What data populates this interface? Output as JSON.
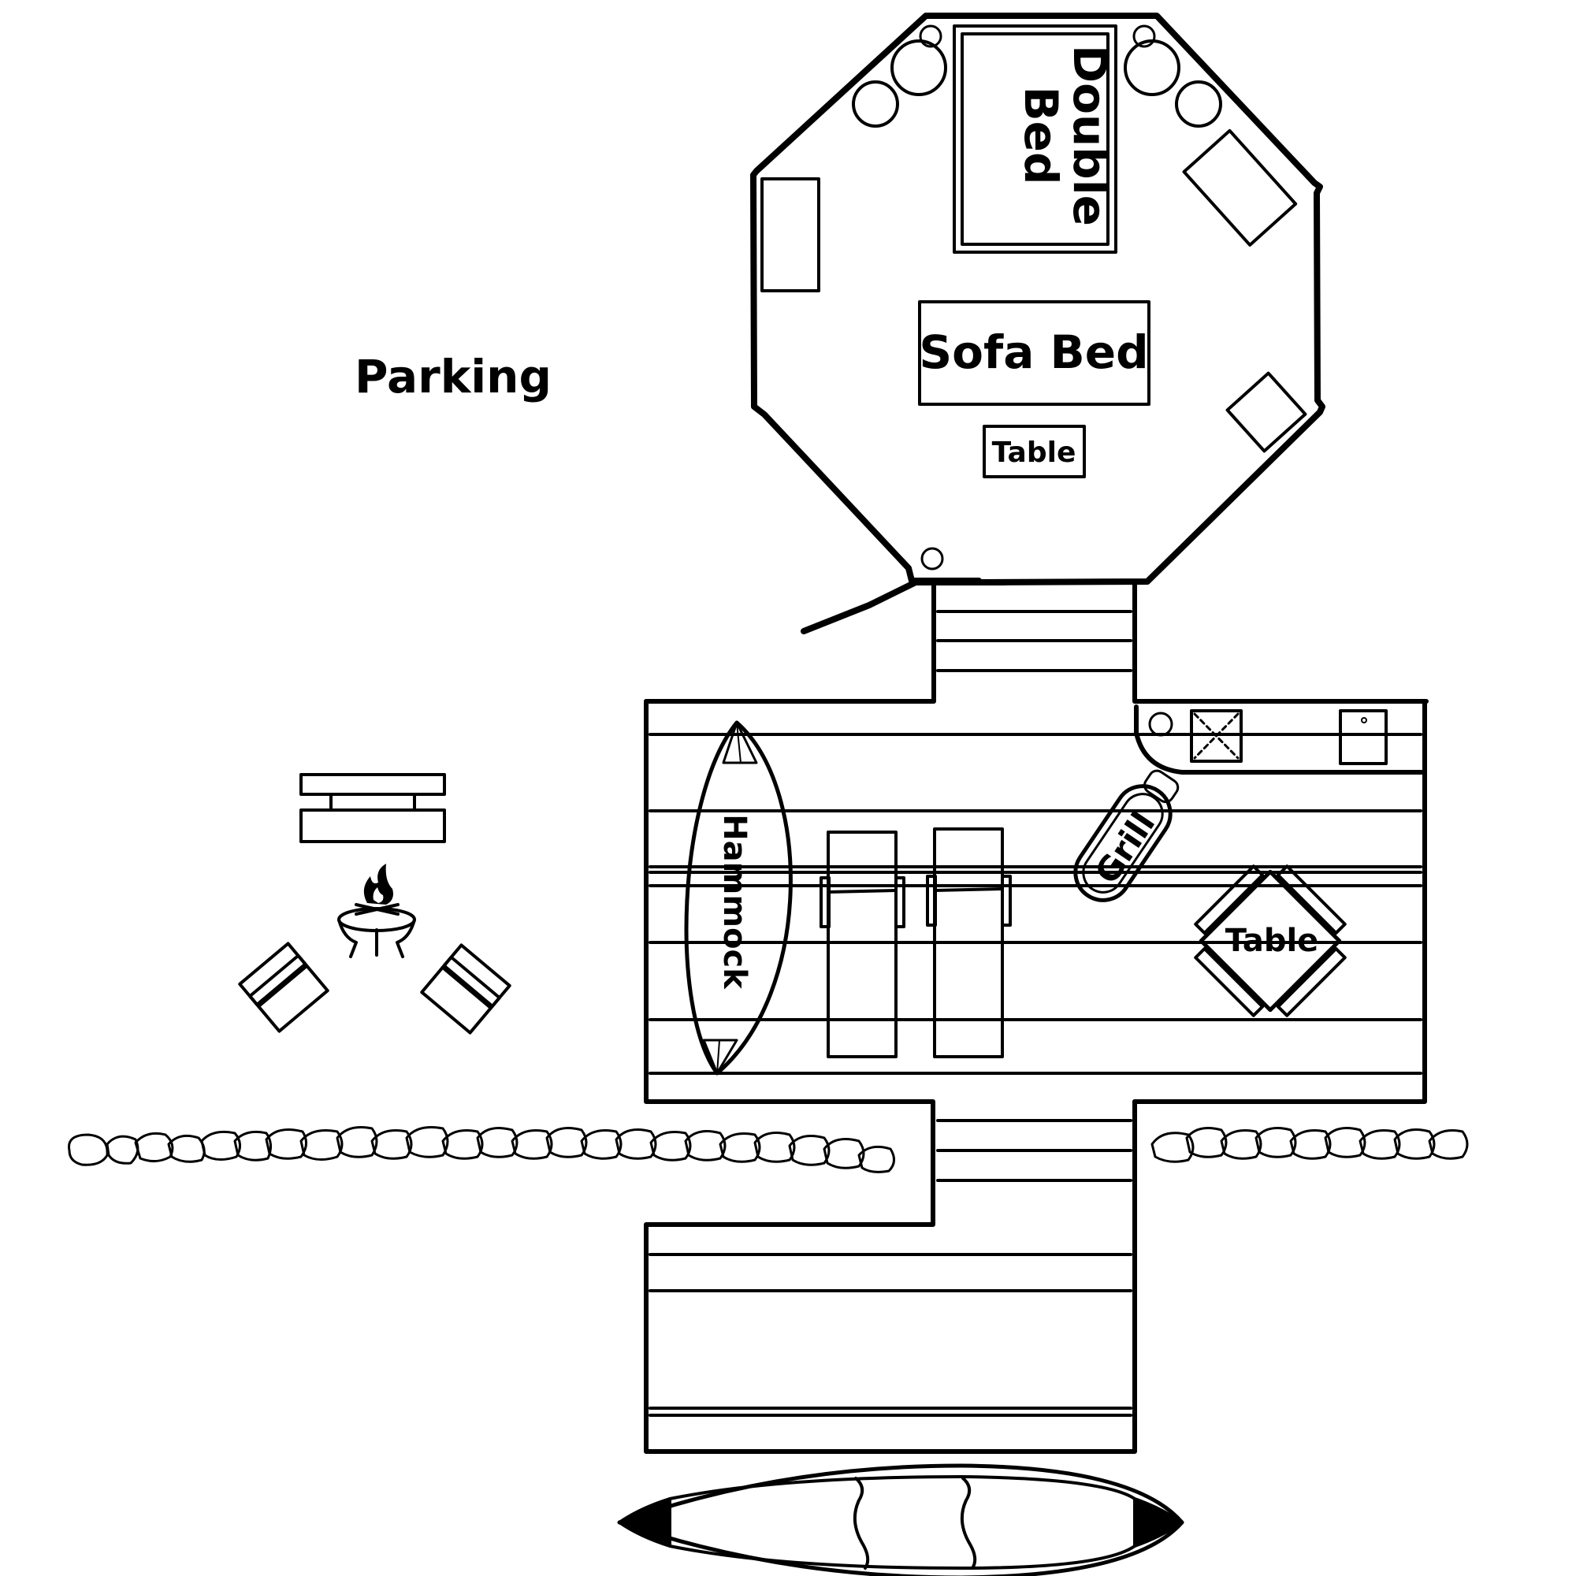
{
  "labels": {
    "parking": "Parking",
    "double_bed": [
      "Double",
      "Bed"
    ],
    "sofa_bed": "Sofa Bed",
    "table_inside": "Table",
    "hammock": "Hammock",
    "grill": "Grill",
    "table_deck": "Table"
  },
  "colors": {
    "ink": "#000000",
    "paper": "#ffffff"
  }
}
